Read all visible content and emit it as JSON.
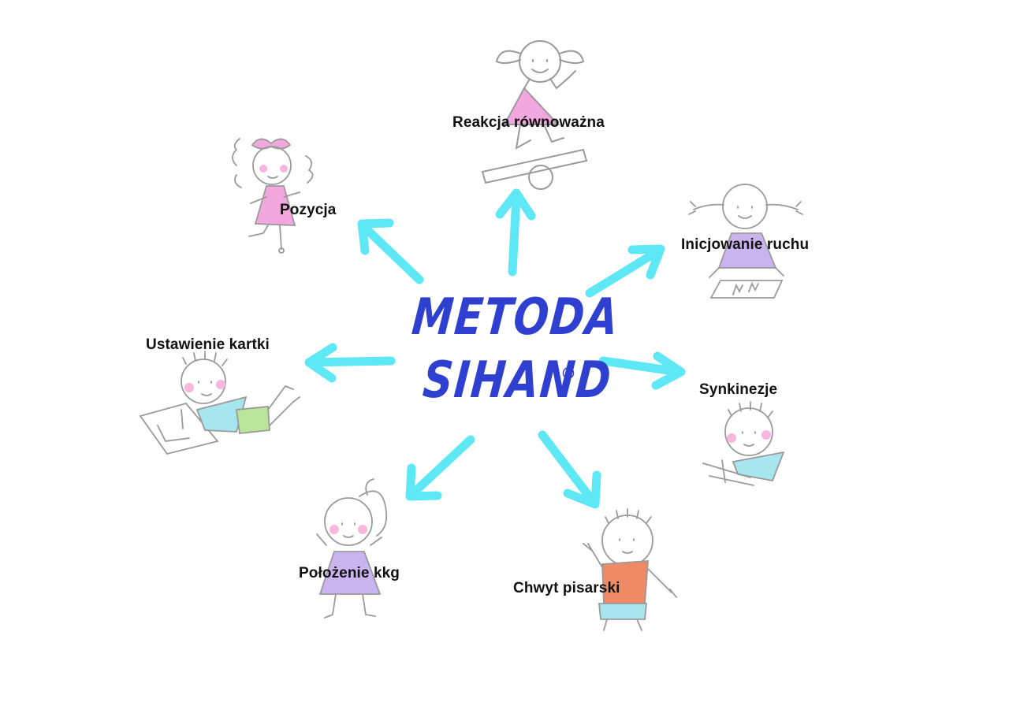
{
  "center": {
    "title_line1": "METODA",
    "title_line2": "SIHAND",
    "registered_mark": "®"
  },
  "nodes": [
    {
      "id": "reakcja",
      "label": "Reakcja równoważna"
    },
    {
      "id": "pozycja",
      "label": "Pozycja"
    },
    {
      "id": "inicjowanie",
      "label": "Inicjowanie ruchu"
    },
    {
      "id": "ustawienie",
      "label": "Ustawienie kartki"
    },
    {
      "id": "synkinezje",
      "label": "Synkinezje"
    },
    {
      "id": "polozenie",
      "label": "Położenie kkg"
    },
    {
      "id": "chwyt",
      "label": "Chwyt pisarski"
    }
  ],
  "colors": {
    "arrow": "#5ee8f5",
    "title": "#2f3fd0",
    "sketch": "#9a9a9a",
    "pink": "#f2a8df",
    "lavender": "#c9b4ef",
    "cyan_shirt": "#a8e6ef",
    "green_shorts": "#b9e69a",
    "orange_shirt": "#f08a66",
    "cheek": "#f6b6de"
  }
}
